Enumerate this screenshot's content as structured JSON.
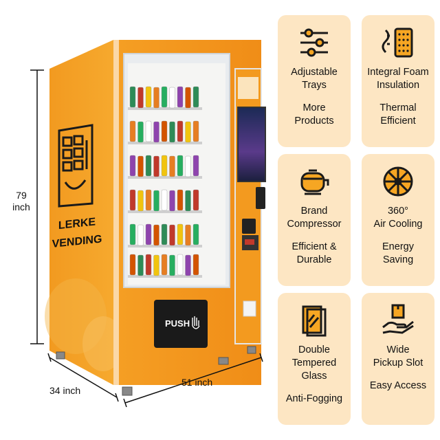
{
  "machine": {
    "brand_line1": "LERKE",
    "brand_line2": "VENDING",
    "push_label": "PUSH",
    "body_color": "#f39a1f",
    "body_dark": "#d97e10"
  },
  "dimensions": {
    "height": "79\ninch",
    "depth": "34 inch",
    "width": "51 inch"
  },
  "features": [
    {
      "icon": "sliders-icon",
      "title": "Adjustable\nTrays",
      "subtitle": "More\nProducts"
    },
    {
      "icon": "insulation-icon",
      "title": "Integral Foam\nInsulation",
      "subtitle": "Thermal\nEfficient"
    },
    {
      "icon": "compressor-icon",
      "title": "Brand\nCompressor",
      "subtitle": "Efficient &\nDurable"
    },
    {
      "icon": "fan-icon",
      "title": "360°\nAir Cooling",
      "subtitle": "Energy\nSaving"
    },
    {
      "icon": "glass-icon",
      "title": "Double\nTempered\nGlass",
      "subtitle": "Anti-Fogging"
    },
    {
      "icon": "pickup-hand-icon",
      "title": "Wide\nPickup Slot",
      "subtitle": "Easy Access"
    }
  ],
  "colors": {
    "card_bg": "#fde6c3",
    "icon_stroke": "#1a1a1a",
    "icon_fill": "#f6a623"
  }
}
